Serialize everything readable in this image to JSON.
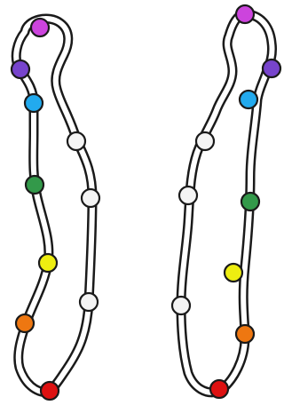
{
  "colors": {
    "background": "#ffffff",
    "track_border": "#1a1a1a",
    "track_fill": "#ffffff"
  },
  "tracks": [
    {
      "id": "left-track",
      "nodes": [
        {
          "id": "left-node-magenta",
          "color": "#cc44dd",
          "filled": true
        },
        {
          "id": "left-node-purple",
          "color": "#7744cc",
          "filled": true
        },
        {
          "id": "left-node-blue",
          "color": "#22aaee",
          "filled": true
        },
        {
          "id": "left-node-white-1",
          "color": "#f4f4f4",
          "filled": false
        },
        {
          "id": "left-node-green",
          "color": "#33994a",
          "filled": true
        },
        {
          "id": "left-node-white-2",
          "color": "#f4f4f4",
          "filled": false
        },
        {
          "id": "left-node-yellow",
          "color": "#eeee11",
          "filled": true
        },
        {
          "id": "left-node-white-3",
          "color": "#f4f4f4",
          "filled": false
        },
        {
          "id": "left-node-orange",
          "color": "#ee7711",
          "filled": true
        },
        {
          "id": "left-node-red",
          "color": "#dd1111",
          "filled": true
        }
      ]
    },
    {
      "id": "right-track",
      "nodes": [
        {
          "id": "right-node-magenta",
          "color": "#cc44dd",
          "filled": true
        },
        {
          "id": "right-node-purple",
          "color": "#7744cc",
          "filled": true
        },
        {
          "id": "right-node-blue",
          "color": "#22aaee",
          "filled": true
        },
        {
          "id": "right-node-white-1",
          "color": "#f4f4f4",
          "filled": false
        },
        {
          "id": "right-node-white-2",
          "color": "#f4f4f4",
          "filled": false
        },
        {
          "id": "right-node-green",
          "color": "#33994a",
          "filled": true
        },
        {
          "id": "right-node-yellow",
          "color": "#eeee11",
          "filled": true
        },
        {
          "id": "right-node-white-3",
          "color": "#f4f4f4",
          "filled": false
        },
        {
          "id": "right-node-orange",
          "color": "#ee7711",
          "filled": true
        },
        {
          "id": "right-node-red",
          "color": "#dd1111",
          "filled": true
        }
      ]
    }
  ]
}
